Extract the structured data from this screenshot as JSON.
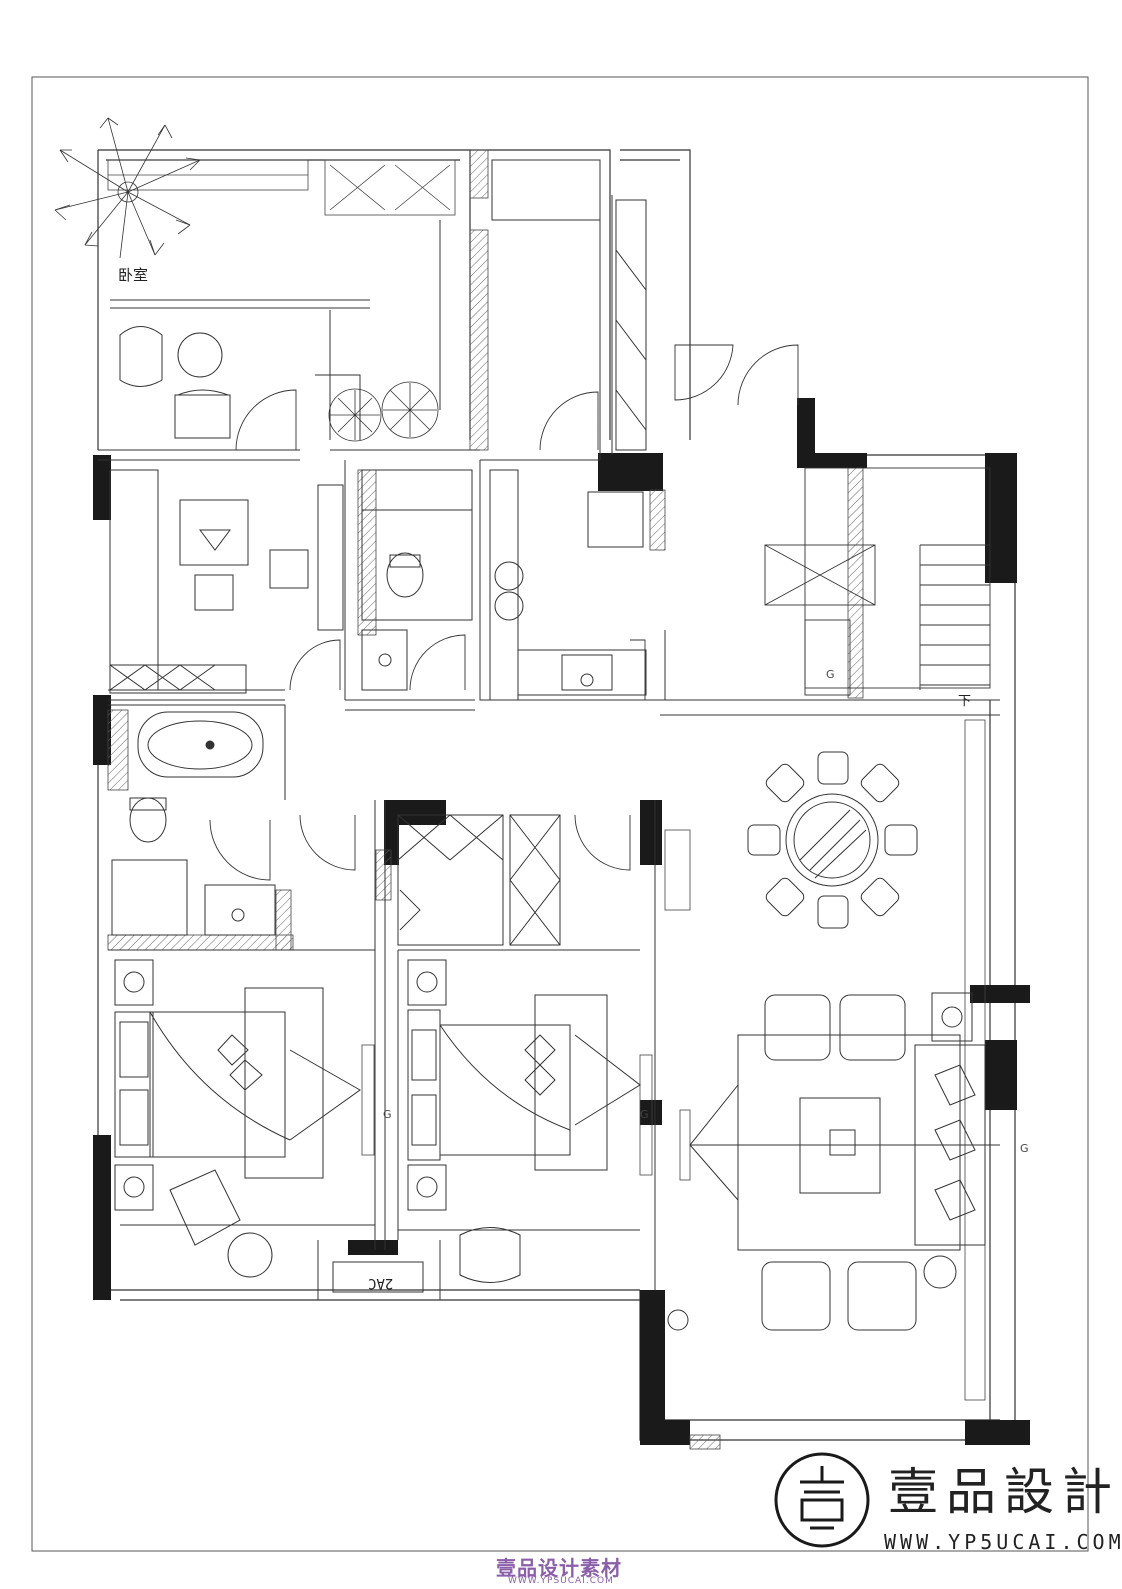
{
  "plan": {
    "room_label": "卧室",
    "stair_label": "下",
    "ac_label": "2AC",
    "g_marks": [
      "G",
      "G",
      "G",
      "G"
    ]
  },
  "watermark": {
    "text": "壹品设计素材",
    "url": "WWW.YPSUCAI.COM"
  },
  "brand": {
    "logo_char": "壹",
    "name": "壹品設計",
    "url": "WWW.YP5UCAI.COM"
  },
  "colors": {
    "wall": "#1a1a1a",
    "line": "#333333",
    "watermark": "#8a5ea8"
  }
}
